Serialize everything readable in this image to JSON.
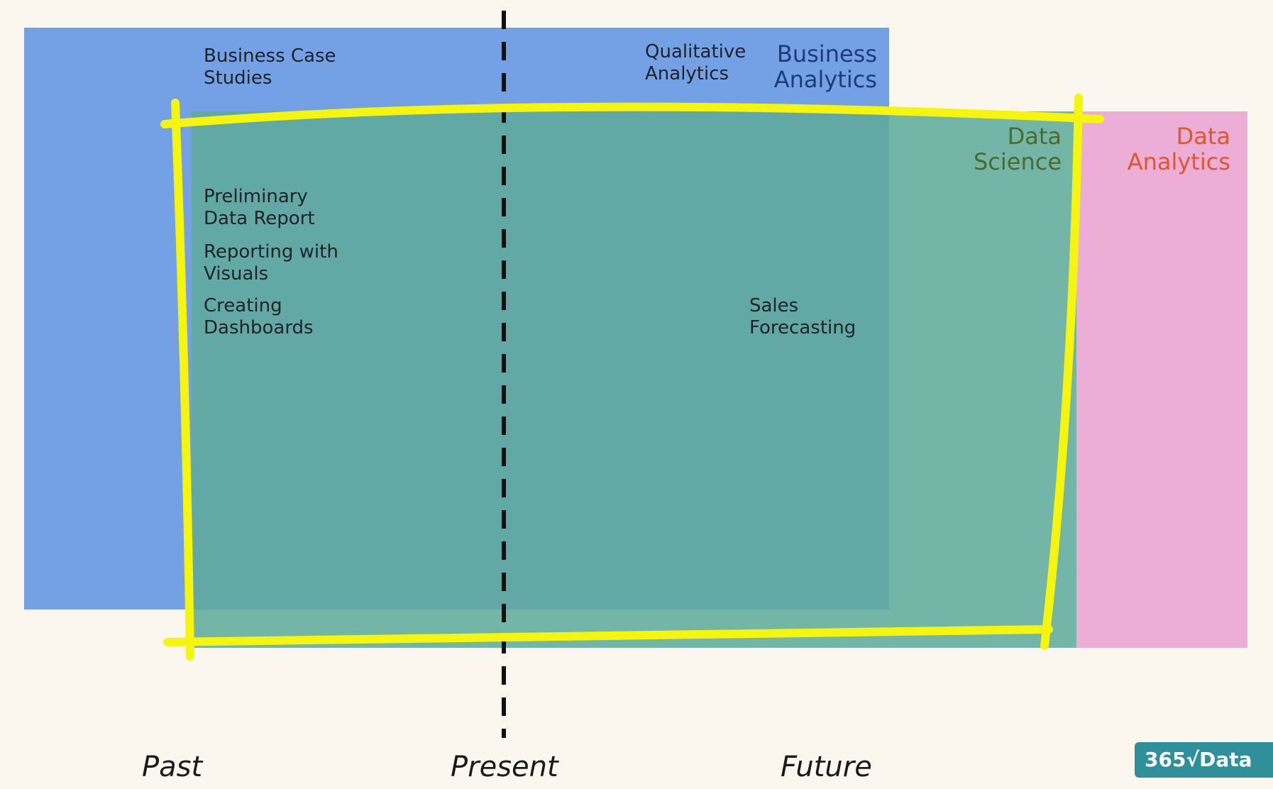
{
  "colors": {
    "background": "#fbf6ee",
    "business_analytics": "#74a0e6",
    "data_analytics": "#ecaed6",
    "data_science_overlap": "#62a9a6",
    "data_science_only": "#73b6a8",
    "highlight_outline": "#f5f50f",
    "data_science_title": "#4c6a2a",
    "data_analytics_title": "#e0552a",
    "business_analytics_title": "#1e3d78",
    "logo_bg": "#2f8f9a"
  },
  "regions": {
    "business_analytics": {
      "title": "Business\nAnalytics"
    },
    "data_science": {
      "title": "Data\nScience"
    },
    "data_analytics": {
      "title": "Data\nAnalytics"
    }
  },
  "labels": {
    "business_case_studies": "Business Case\nStudies",
    "qualitative_analytics": "Qualitative\nAnalytics",
    "preliminary_data_report": "Preliminary\nData Report",
    "reporting_with_visuals": "Reporting with\nVisuals",
    "creating_dashboards": "Creating\nDashboards",
    "sales_forecasting": "Sales\nForecasting"
  },
  "timeline": {
    "past": "Past",
    "present": "Present",
    "future": "Future"
  },
  "logo": {
    "text": "365√Data",
    "icon": "365-logo"
  }
}
